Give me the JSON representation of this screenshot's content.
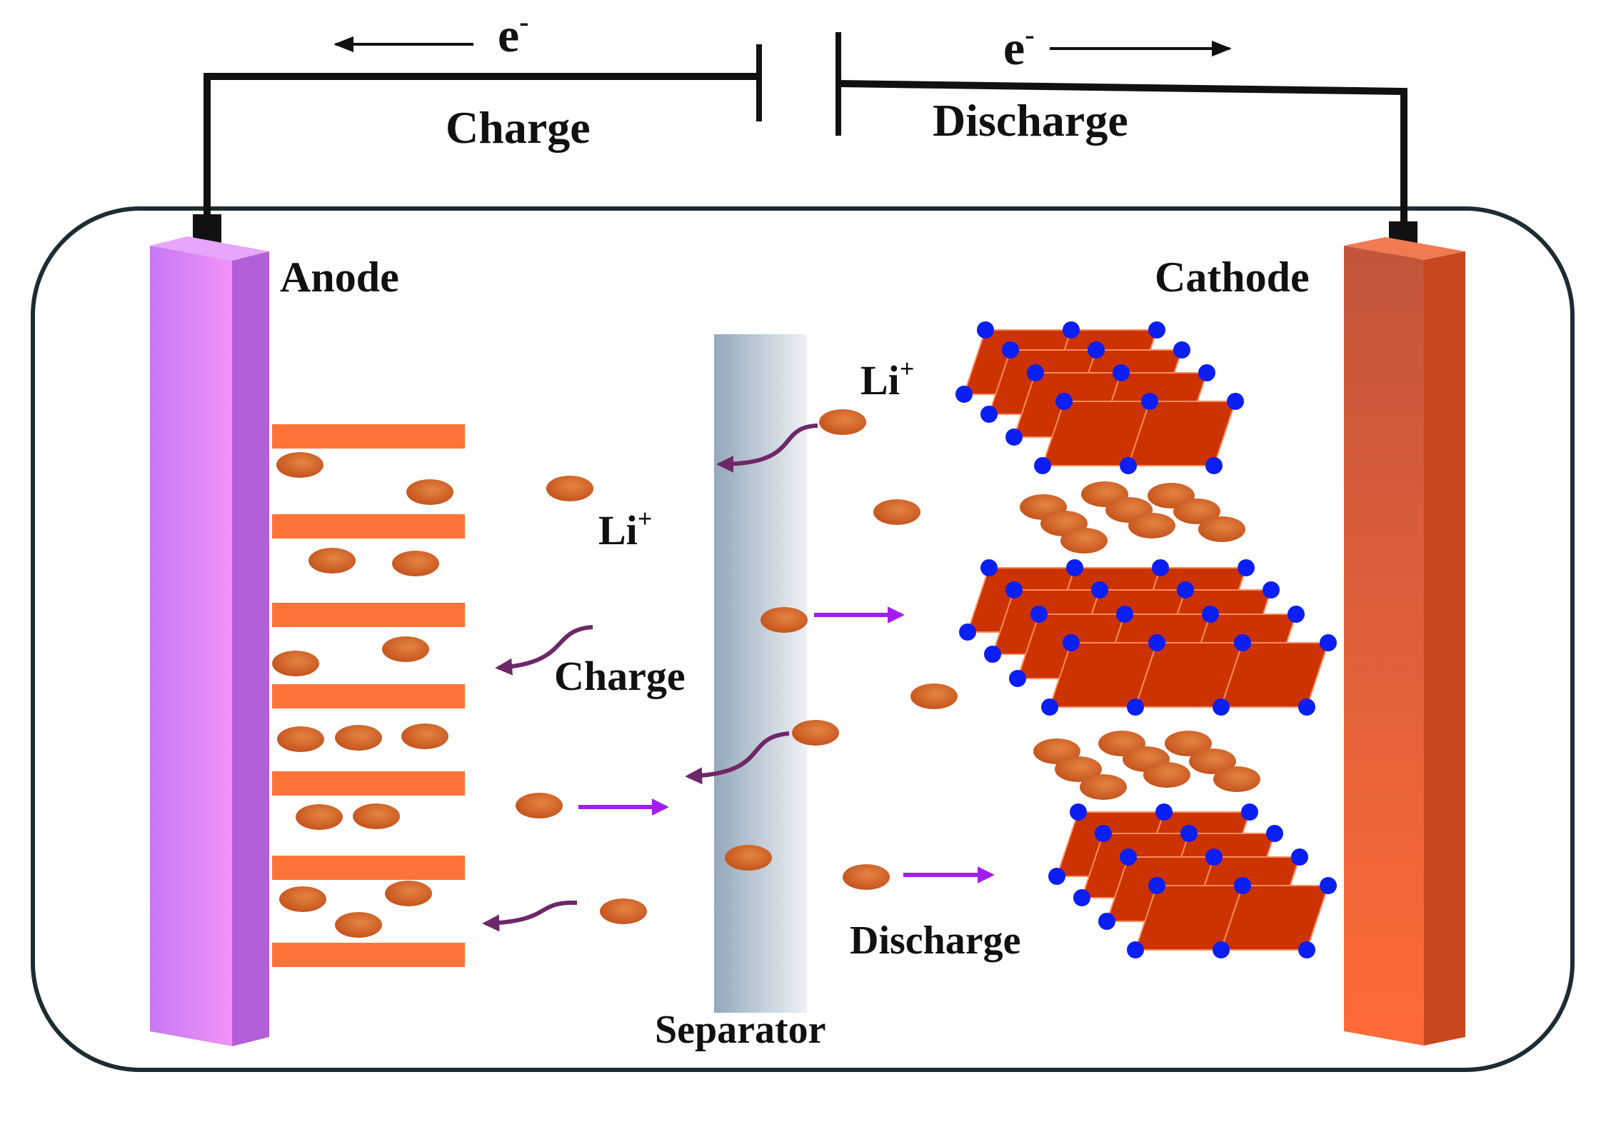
{
  "labels": {
    "electron": "e",
    "electron_sup": "-",
    "charge_top": "Charge",
    "discharge_top": "Discharge",
    "anode": "Anode",
    "cathode": "Cathode",
    "separator": "Separator",
    "li": "Li",
    "li_sup": "+",
    "charge_mid": "Charge",
    "discharge_bottom": "Discharge"
  },
  "colors": {
    "wire": "#111111",
    "anode": "#d37cf6",
    "anode_side": "#b35fd9",
    "cathode": "#ee5c2f",
    "cathode_side": "#c8471f",
    "graphite_layer": "#ff7239",
    "ion": "#c9531b",
    "ion_highlight": "#e37a3c",
    "cathode_sheet": "#cc3300",
    "cathode_atom": "#0b1ff2",
    "separator_dark": "#9aacbc",
    "separator_light": "#eef1f5",
    "curved_arrow": "#6d2868",
    "straight_arrow": "#a21ef0",
    "cell_outline": "#1d2c33"
  },
  "icons": {
    "battery": "battery-symbol-icon",
    "electron_flow": "arrow-icon",
    "ion_migration": "curved-arrow-icon"
  }
}
